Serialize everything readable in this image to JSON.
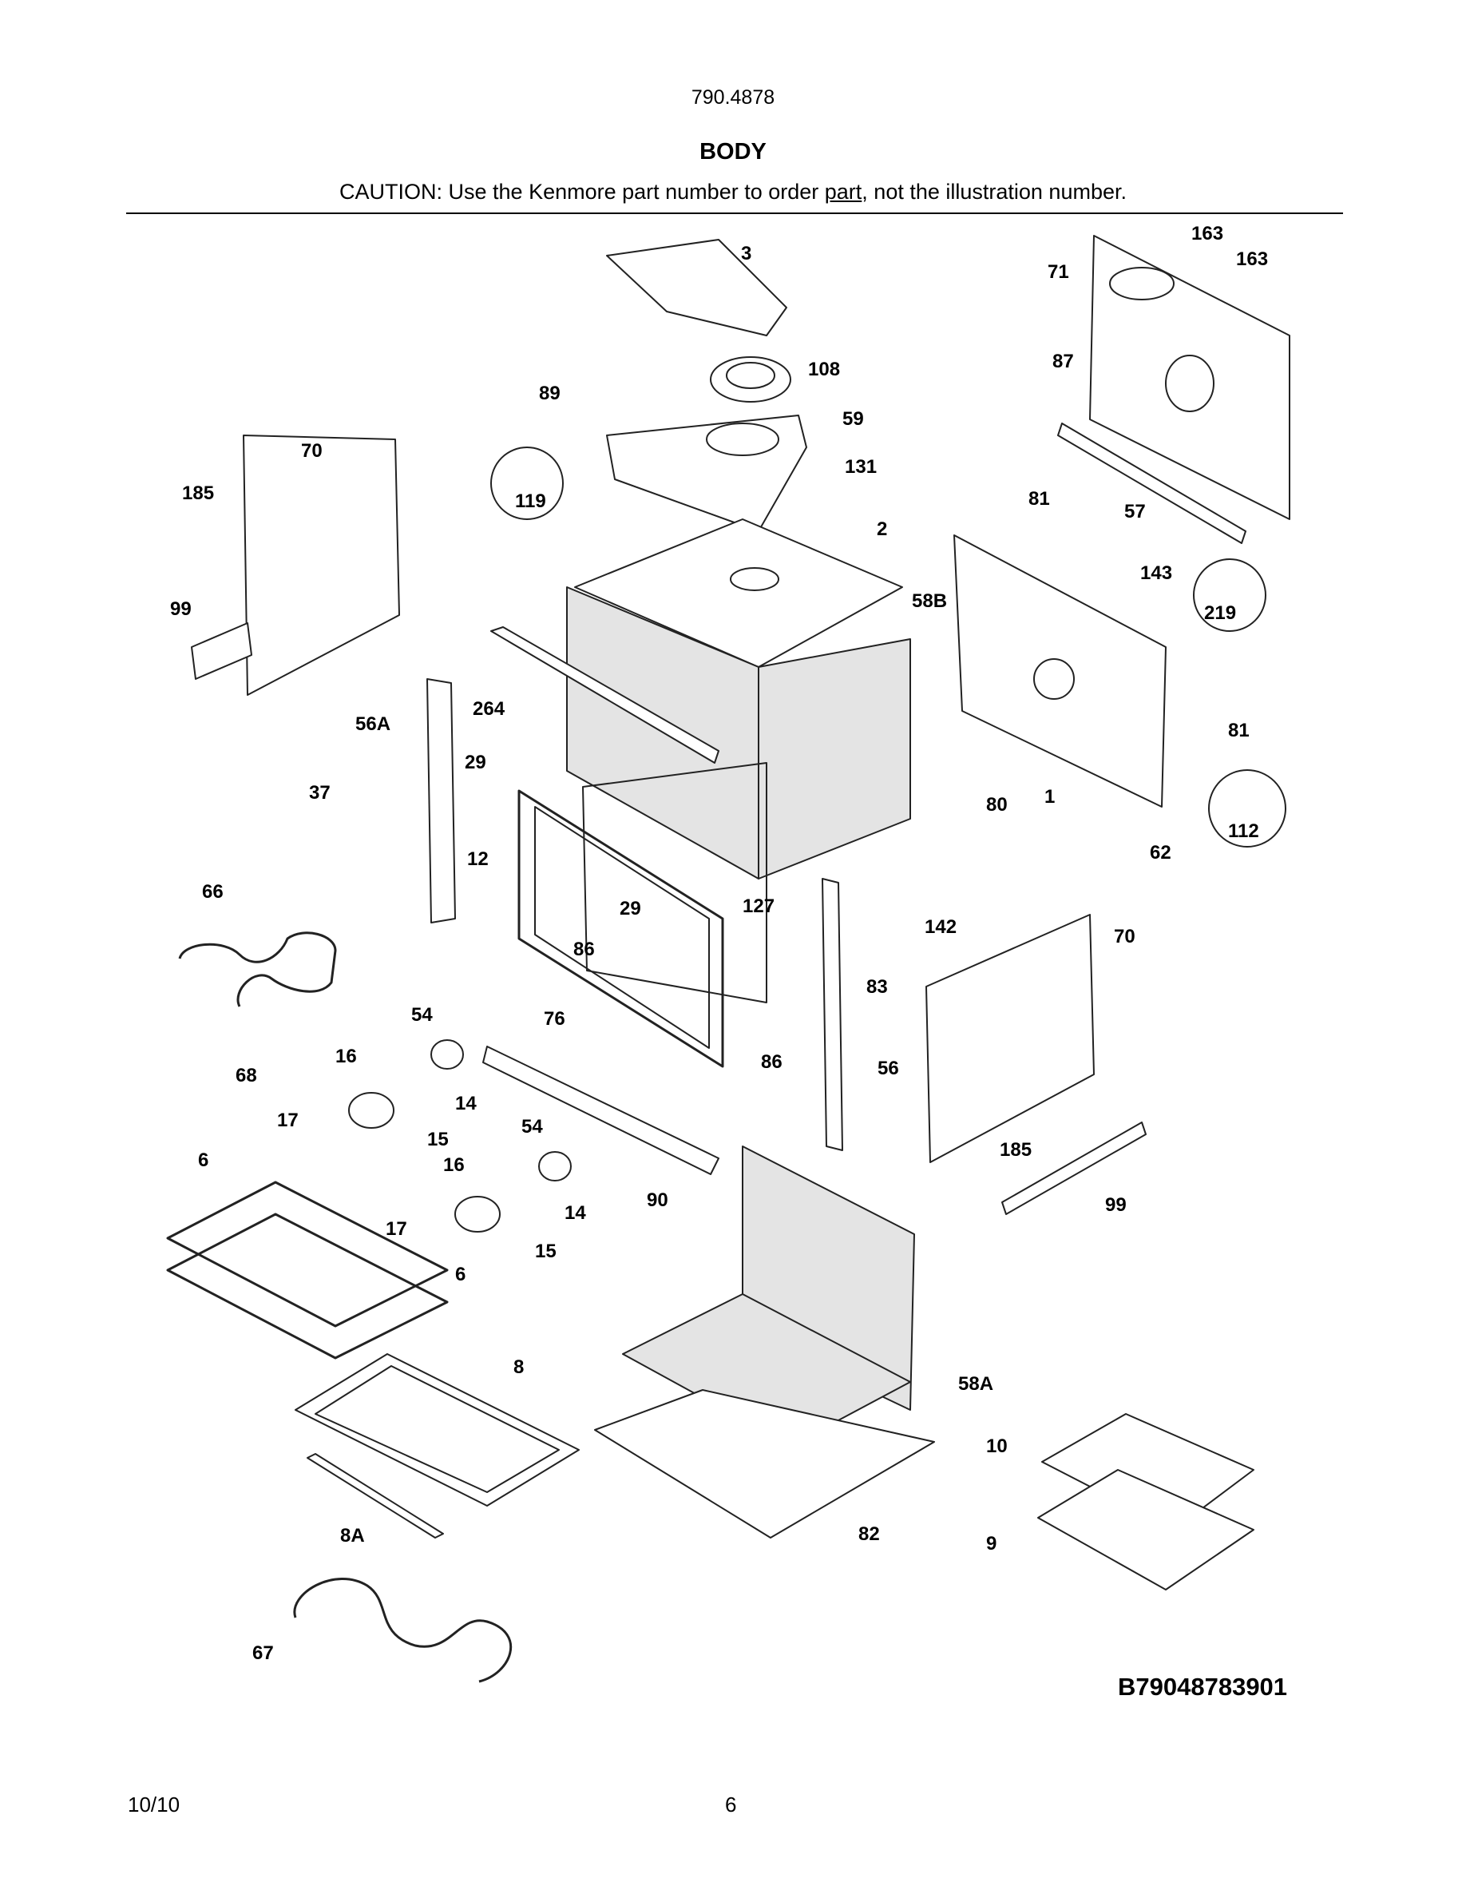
{
  "header": {
    "model": "790.4878",
    "title": "BODY",
    "caution_pre": "CAUTION: Use the Kenmore part number to order ",
    "caution_link": "part",
    "caution_post": ", not the illustration number."
  },
  "diagram": {
    "labels": [
      "3",
      "163",
      "163",
      "71",
      "108",
      "89",
      "59",
      "87",
      "70",
      "131",
      "185",
      "119",
      "2",
      "81",
      "57",
      "143",
      "219",
      "99",
      "58B",
      "264",
      "56A",
      "81",
      "29",
      "37",
      "80",
      "1",
      "112",
      "12",
      "62",
      "66",
      "29",
      "127",
      "142",
      "70",
      "86",
      "83",
      "54",
      "76",
      "16",
      "68",
      "86",
      "56",
      "185",
      "17",
      "14",
      "15",
      "54",
      "6",
      "16",
      "99",
      "14",
      "90",
      "17",
      "6",
      "15",
      "8",
      "58A",
      "10",
      "8A",
      "82",
      "9",
      "67"
    ]
  },
  "drawing_code": "B79048783901",
  "footer": {
    "date": "10/10",
    "page": "6"
  }
}
